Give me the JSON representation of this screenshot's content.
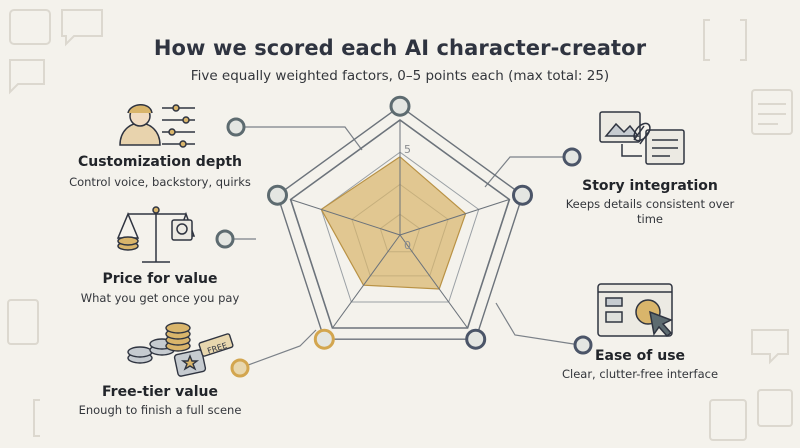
{
  "header": {
    "title": "How we scored each AI character-creator",
    "subtitle": "Five equally weighted factors, 0–5 points each (max total: 25)"
  },
  "factors": [
    {
      "title": "Customization depth",
      "description": "Control voice, backstory, quirks",
      "icon": "person-sliders-icon",
      "score": 3.4
    },
    {
      "title": "Story integration",
      "description": "Keeps details consistent over time",
      "icon": "linked-documents-icon",
      "score": 3.0
    },
    {
      "title": "Ease of use",
      "description": "Clear, clutter-free interface",
      "icon": "window-cursor-icon",
      "score": 2.9
    },
    {
      "title": "Free-tier value",
      "description": "Enough to finish a full scene",
      "icon": "coins-free-tag-icon",
      "score": 2.7
    },
    {
      "title": "Price for value",
      "description": "What you get once you pay",
      "icon": "balance-scale-icon",
      "score": 3.6
    }
  ],
  "radar": {
    "scale_max": 5,
    "scale_min": 0,
    "label_max": "5",
    "label_min": "0",
    "fill_color": "#d9b56b",
    "line_color": "#6c737b",
    "node_colors": [
      "#5d6b70",
      "#4b5568",
      "#4b5568",
      "#d3a64f",
      "#5d6b70"
    ]
  }
}
